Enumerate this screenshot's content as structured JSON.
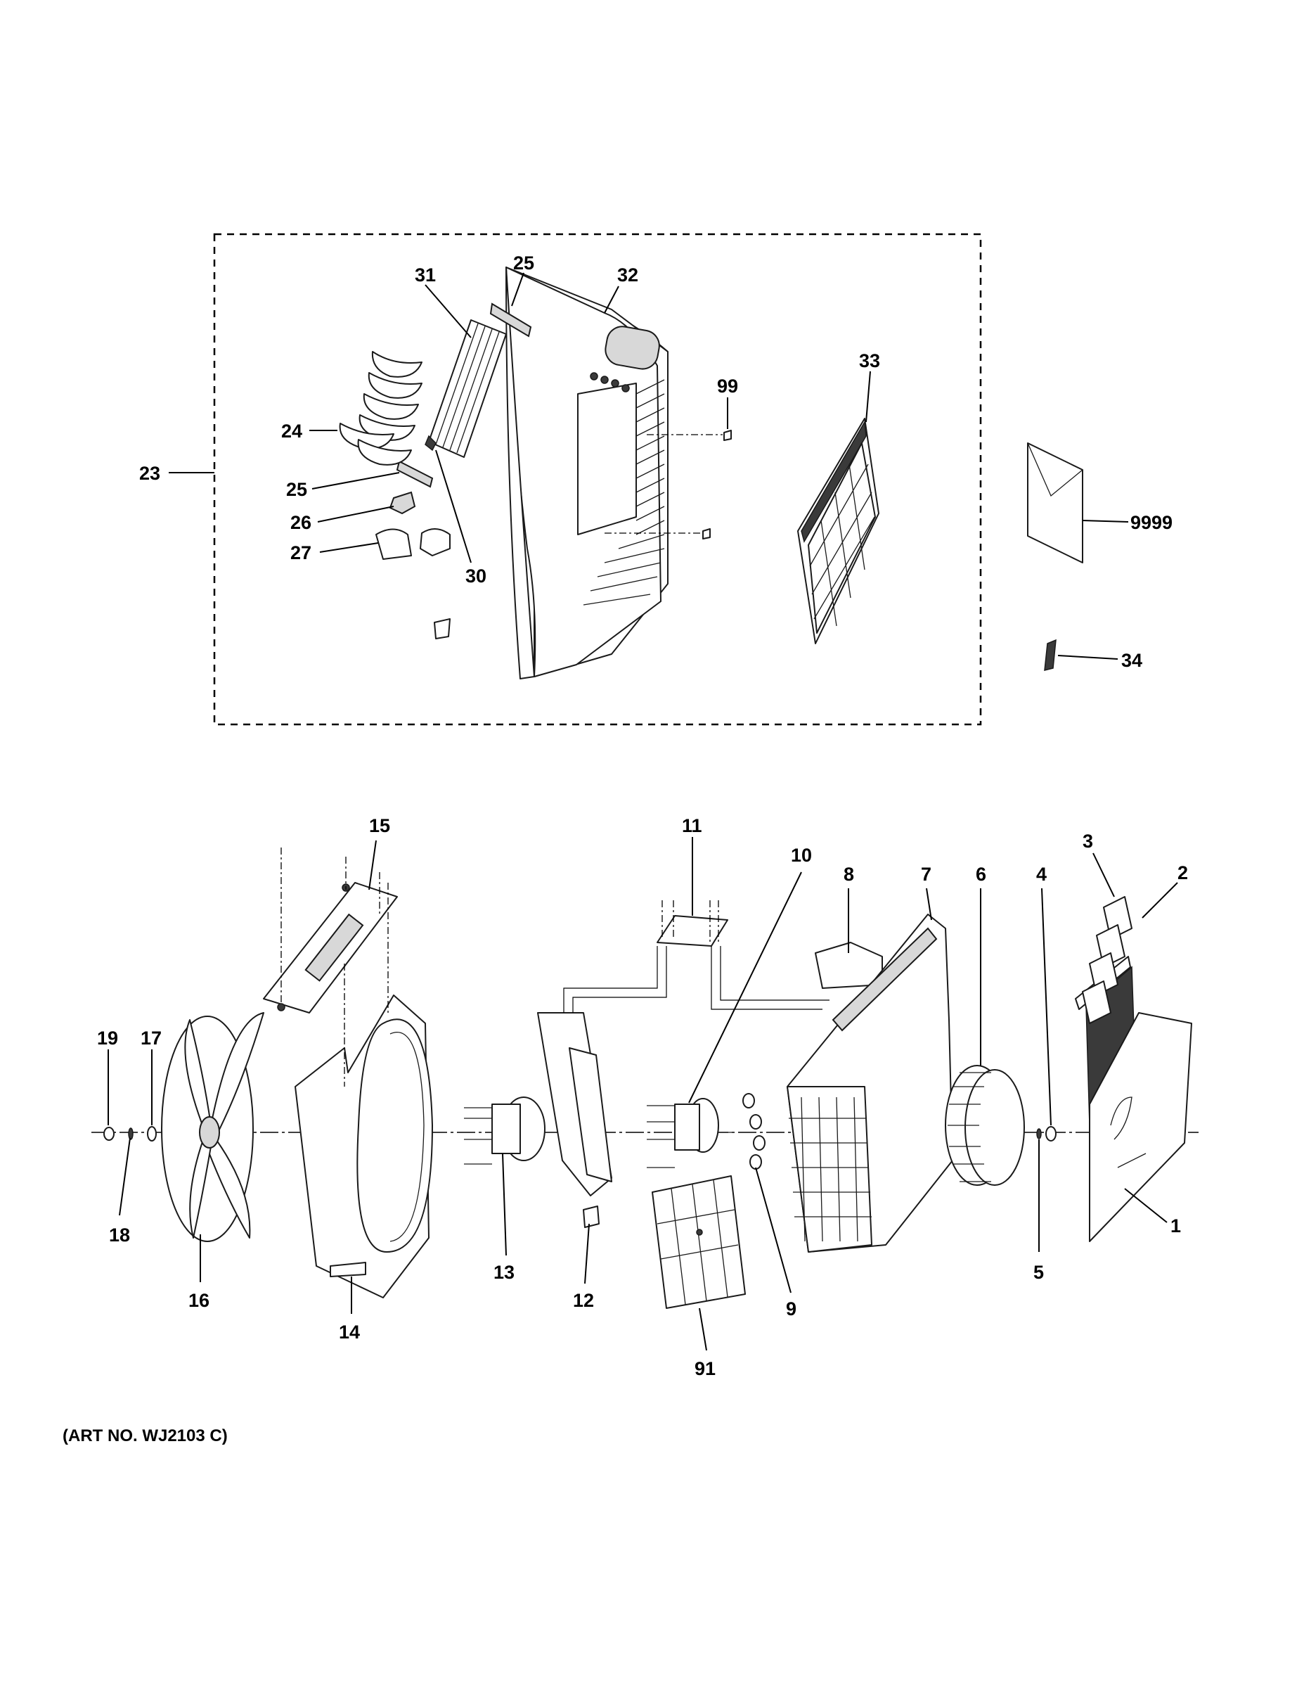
{
  "callouts": {
    "c1": "1",
    "c2": "2",
    "c3": "3",
    "c4": "4",
    "c5": "5",
    "c6": "6",
    "c7": "7",
    "c8": "8",
    "c9": "9",
    "c10": "10",
    "c11": "11",
    "c12": "12",
    "c13": "13",
    "c14": "14",
    "c15": "15",
    "c16": "16",
    "c17": "17",
    "c18": "18",
    "c19": "19",
    "c23": "23",
    "c24": "24",
    "c25a": "25",
    "c25b": "25",
    "c26": "26",
    "c27": "27",
    "c30": "30",
    "c31": "31",
    "c32": "32",
    "c33": "33",
    "c34": "34",
    "c91": "91",
    "c99": "99",
    "c9999": "9999"
  },
  "art_number": "(ART NO. WJ2103 C)"
}
